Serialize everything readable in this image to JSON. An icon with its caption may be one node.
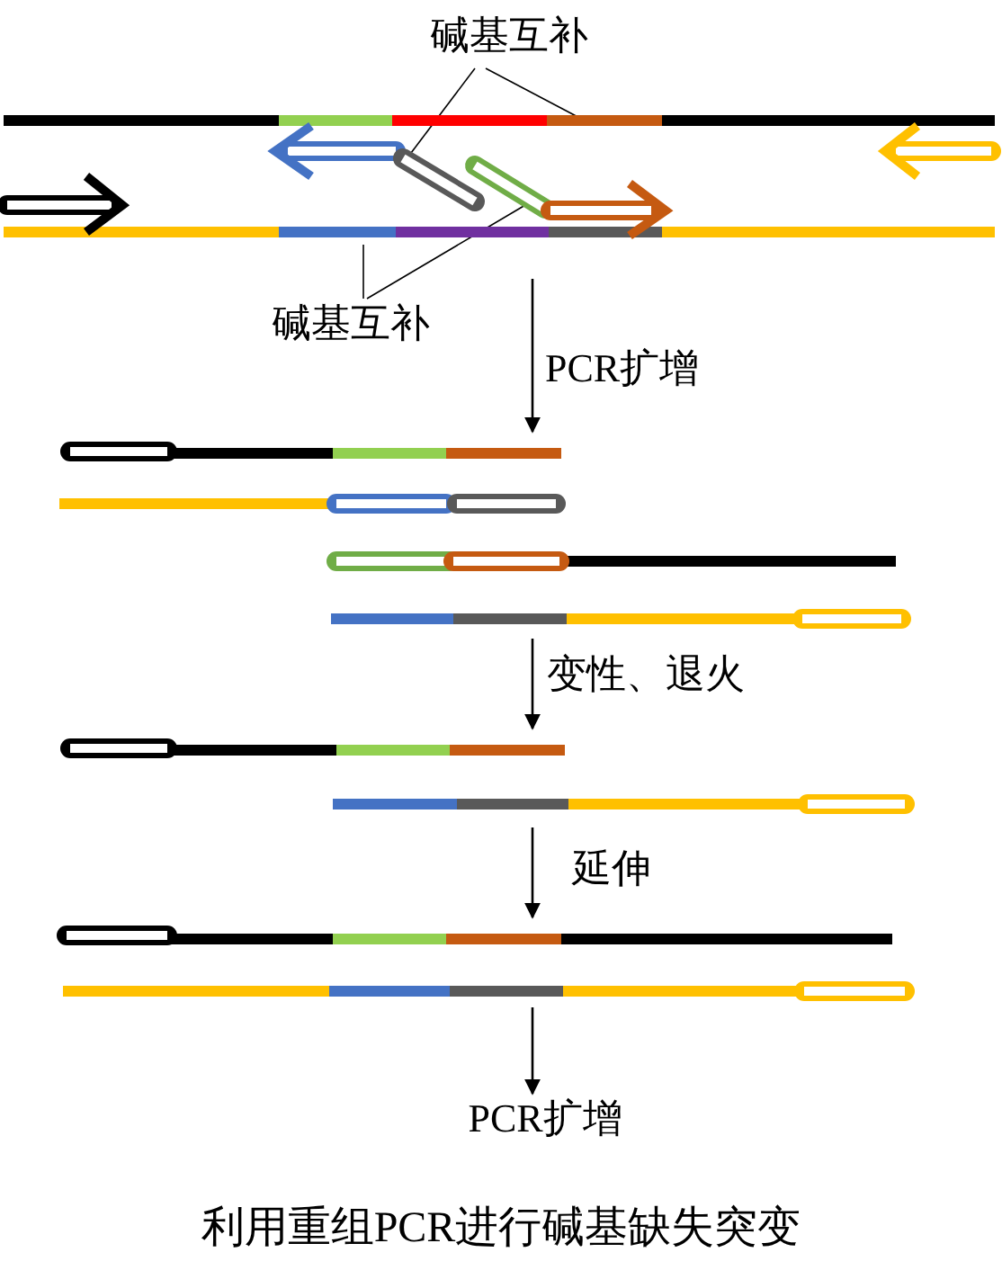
{
  "diagram": {
    "caption": "利用重组PCR进行碱基缺失突变",
    "nodes": [
      {
        "text": [
          "碱基互补"
        ]
      },
      {
        "text": [],
        "shape": "picture"
      },
      {
        "text": [
          "碱基互补"
        ]
      },
      {
        "text": [],
        "shape": "picture"
      },
      {
        "text": [],
        "shape": "picture"
      },
      {
        "text": [],
        "shape": "picture"
      },
      {
        "text": [
          "PCR扩增"
        ]
      }
    ],
    "edges": [
      {
        "from": 1,
        "to": 3,
        "arrow": "to",
        "label": "PCR扩增"
      },
      {
        "from": 3,
        "to": 4,
        "arrow": "to",
        "label": "变性、退火"
      },
      {
        "from": 4,
        "to": 5,
        "arrow": "to",
        "label": "延伸"
      },
      {
        "from": 5,
        "to": 6,
        "arrow": "to"
      },
      {
        "from": 0,
        "to": 1,
        "arrow": "none"
      },
      {
        "from": 0,
        "to": 1,
        "arrow": "none"
      },
      {
        "from": 2,
        "to": 1,
        "arrow": "none"
      },
      {
        "from": 2,
        "to": 1,
        "arrow": "none"
      }
    ]
  }
}
